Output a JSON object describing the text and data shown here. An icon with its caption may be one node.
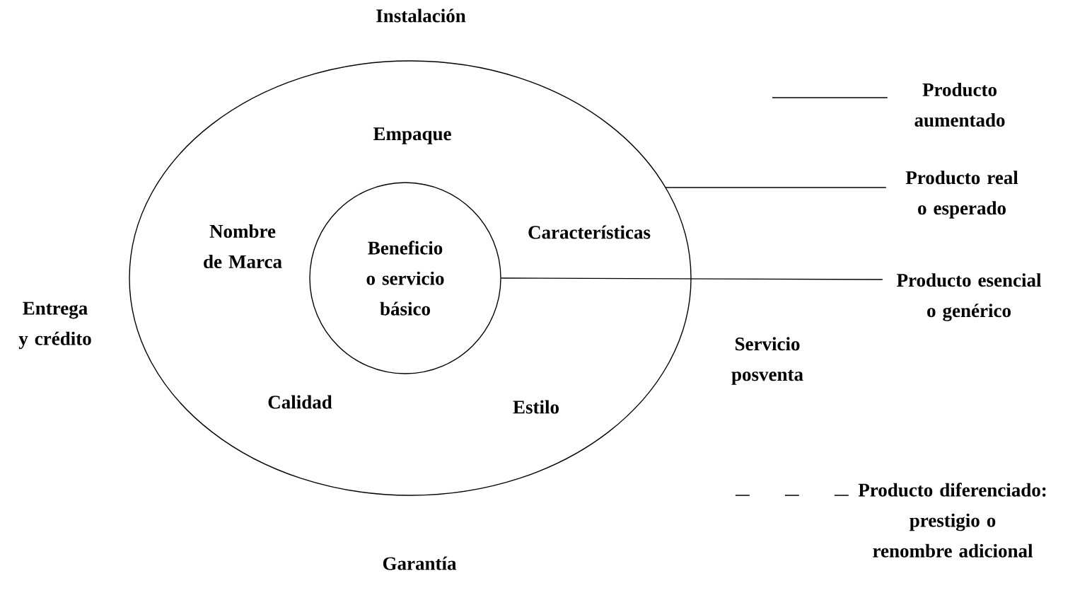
{
  "diagram": {
    "nodes": [
      {
        "text": [
          "Empaque",
          "Nombre de Marca",
          "Características",
          "Calidad",
          "Estilo"
        ]
      },
      {
        "text": [
          "Beneficio o servicio básico"
        ],
        "in": 0
      },
      {
        "text": [
          "Producto aumentado"
        ]
      },
      {
        "text": [
          "Producto real o esperado"
        ]
      },
      {
        "text": [
          "Producto esencial o genérico"
        ]
      },
      {
        "text": [
          "Producto diferenciado: prestigio o renombre adicional"
        ]
      }
    ],
    "edges": [
      {
        "from": 2,
        "to": null,
        "arrow": "none"
      },
      {
        "from": 3,
        "to": 0,
        "arrow": "none"
      },
      {
        "from": 4,
        "to": 1,
        "arrow": "none"
      },
      {
        "from": 5,
        "to": null,
        "arrow": "none",
        "style": "dashed"
      }
    ],
    "labels": [
      "Instalación",
      "Entrega y crédito",
      "Servicio posventa",
      "Garantía"
    ]
  }
}
